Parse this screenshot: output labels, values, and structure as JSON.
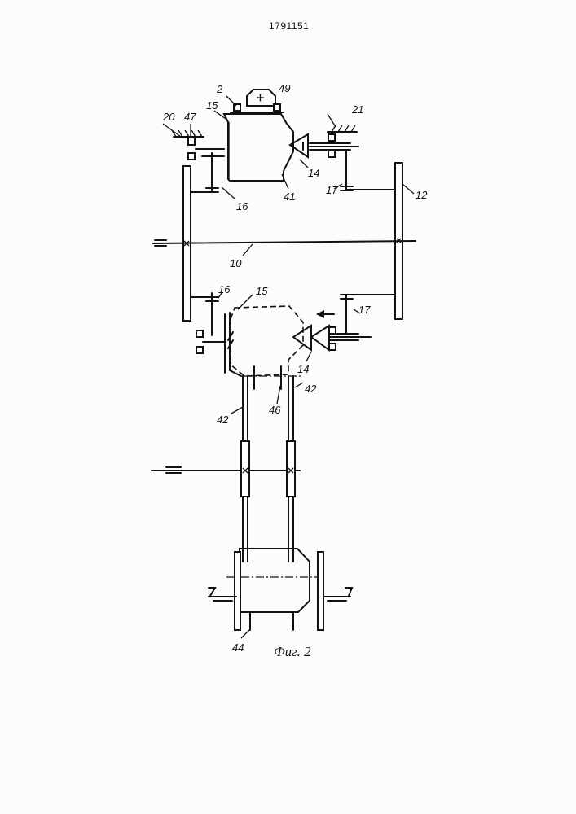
{
  "header": {
    "doc_number": "1791151"
  },
  "caption": "Фиг. 2",
  "labels": {
    "l2": "2",
    "l49": "49",
    "l15_top": "15",
    "l20": "20",
    "l47": "47",
    "l21": "21",
    "l14_top": "14",
    "l16_top": "16",
    "l41": "41",
    "l17_top": "17",
    "l12": "12",
    "l10": "10",
    "l16_mid": "16",
    "l15_mid": "15",
    "l17_mid": "17",
    "l14_mid": "14",
    "l42_right": "42",
    "l46": "46",
    "l42_left": "42",
    "l44": "44"
  }
}
